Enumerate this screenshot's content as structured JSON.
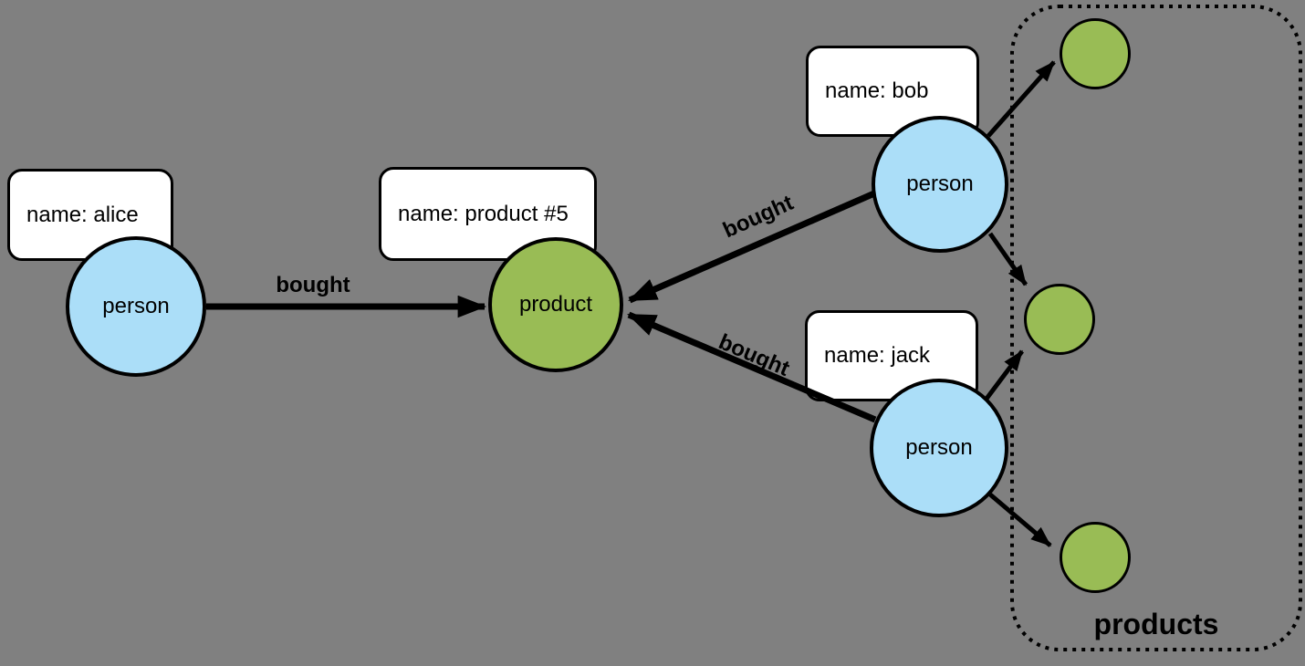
{
  "diagram": {
    "type": "graph-data-model",
    "background_color": "#808080",
    "colors": {
      "person_node_fill": "#abdef8",
      "product_node_fill": "#99bc55",
      "property_box_fill": "#ffffff",
      "stroke": "#000000"
    },
    "nodes": {
      "alice": {
        "label": "person",
        "property": "name: alice"
      },
      "product5": {
        "label": "product",
        "property": "name: product #5"
      },
      "bob": {
        "label": "person",
        "property": "name: bob"
      },
      "jack": {
        "label": "person",
        "property": "name: jack"
      }
    },
    "edges": {
      "alice_bought_product": {
        "label": "bought"
      },
      "bob_bought_product": {
        "label": "bought"
      },
      "jack_bought_product": {
        "label": "bought"
      },
      "bob_to_product_a": {
        "label": ""
      },
      "bob_to_product_b": {
        "label": ""
      },
      "jack_to_product_b": {
        "label": ""
      },
      "jack_to_product_c": {
        "label": ""
      }
    },
    "group": {
      "label": "products",
      "member_count": 3
    }
  }
}
